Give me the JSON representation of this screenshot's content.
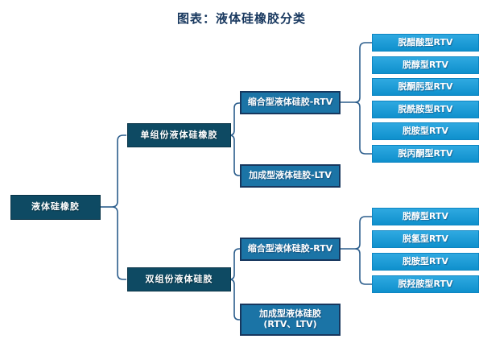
{
  "title": "图表：液体硅橡胶分类",
  "colors": {
    "title_text": "#17375E",
    "level1_fill": "#0E4A63",
    "level3_fill": "#1B74A6",
    "level3_border": "#17375E",
    "leaf_fill": "#189DD9",
    "connector": "#2B5D8C",
    "box_text": "#FFFFFF"
  },
  "nodes": {
    "root": "液体硅橡胶",
    "group1": "单组份液体硅橡胶",
    "group2": "双组份液体硅胶",
    "g1_children": [
      "缩合型液体硅胶-RTV",
      "加成型液体硅胶-LTV"
    ],
    "g2_children": [
      "缩合型液体硅胶-RTV",
      "加成型液体硅胶(RTV、LTV)"
    ],
    "g1c1_leaves": [
      "脱醋酸型RTV",
      "脱醇型RTV",
      "脱酮肟型RTV",
      "脱酰胺型RTV",
      "脱胺型RTV",
      "脱丙酮型RTV"
    ],
    "g2c1_leaves": [
      "脱醇型RTV",
      "脱氢型RTV",
      "脱胺型RTV",
      "脱羟胺型RTV"
    ]
  }
}
